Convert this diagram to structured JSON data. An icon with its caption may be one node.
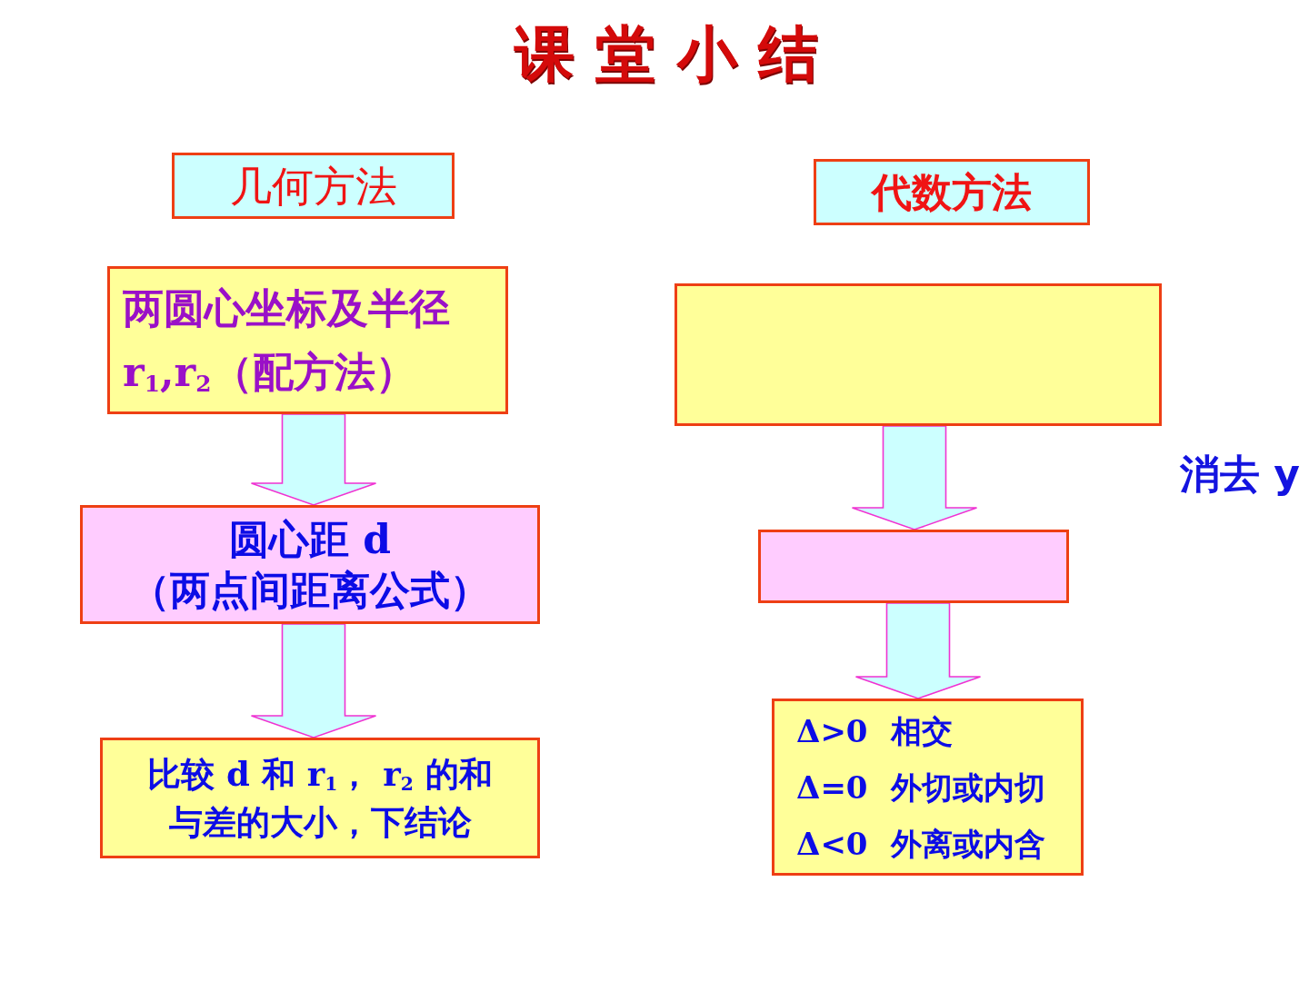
{
  "diagram": {
    "title": "课堂小结",
    "nodes": [
      {
        "text": [
          "几何方法"
        ]
      },
      {
        "text": [
          "两圆心坐标及半径 r$_{1}$,r$_{2}$（配方法）"
        ]
      },
      {
        "text": [
          "圆心距 d",
          "（两点间距离公式）"
        ]
      },
      {
        "text": [
          "比较 d 和 r$_{1}$， r$_{2}$ 的和与差的大小，下结论"
        ]
      },
      {
        "text": [
          "代数方法"
        ]
      },
      {
        "text": [],
        "shape": "box"
      },
      {
        "text": [],
        "shape": "box"
      },
      {
        "text": [
          "Δ>0 相交",
          "Δ=0 外切或内切",
          "Δ<0 外离或内含"
        ]
      }
    ],
    "edges": [
      {
        "from": 1,
        "to": 2,
        "arrow": "to"
      },
      {
        "from": 2,
        "to": 3,
        "arrow": "to"
      },
      {
        "from": 5,
        "to": 6,
        "arrow": "to"
      },
      {
        "from": 6,
        "to": 7,
        "arrow": "to"
      }
    ],
    "labels": [
      "消去 y"
    ]
  }
}
